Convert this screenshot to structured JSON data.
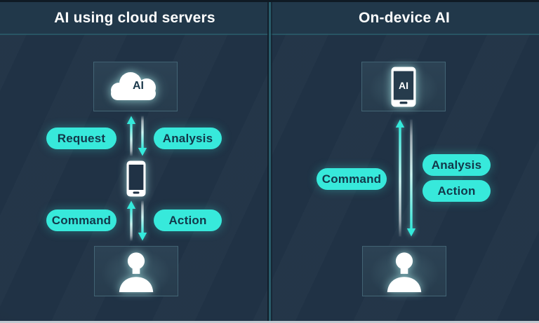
{
  "header": {
    "left_title": "AI using cloud servers",
    "right_title": "On-device AI"
  },
  "left_panel": {
    "cloud_ai_label": "AI",
    "pills": {
      "request": "Request",
      "analysis": "Analysis",
      "command": "Command",
      "action": "Action"
    }
  },
  "right_panel": {
    "phone_ai_label": "AI",
    "pills": {
      "command": "Command",
      "analysis": "Analysis",
      "action": "Action"
    }
  },
  "colors": {
    "background": "#203245",
    "header_background": "#21384a",
    "accent_cyan": "#37e9db",
    "pill_text": "#12384a",
    "divider_teal": "#2a606e",
    "icon_white": "#ffffff",
    "bottom_edge": "#c2cad2"
  }
}
